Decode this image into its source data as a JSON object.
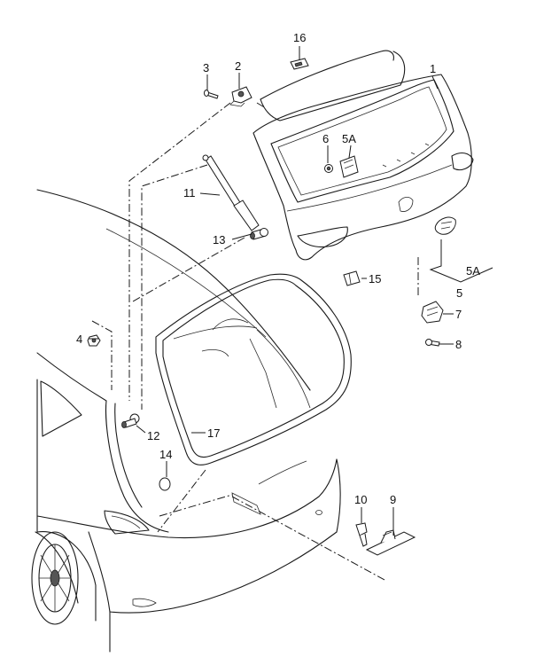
{
  "labels": {
    "p1": "1",
    "p2": "2",
    "p3": "3",
    "p4": "4",
    "p5": "5",
    "p5a_top": "5A",
    "p5a_right": "5A",
    "p6": "6",
    "p7": "7",
    "p8": "8",
    "p9": "9",
    "p10": "10",
    "p11": "11",
    "p12": "12",
    "p13": "13",
    "p14": "14",
    "p15": "15",
    "p16": "16",
    "p17": "17"
  }
}
